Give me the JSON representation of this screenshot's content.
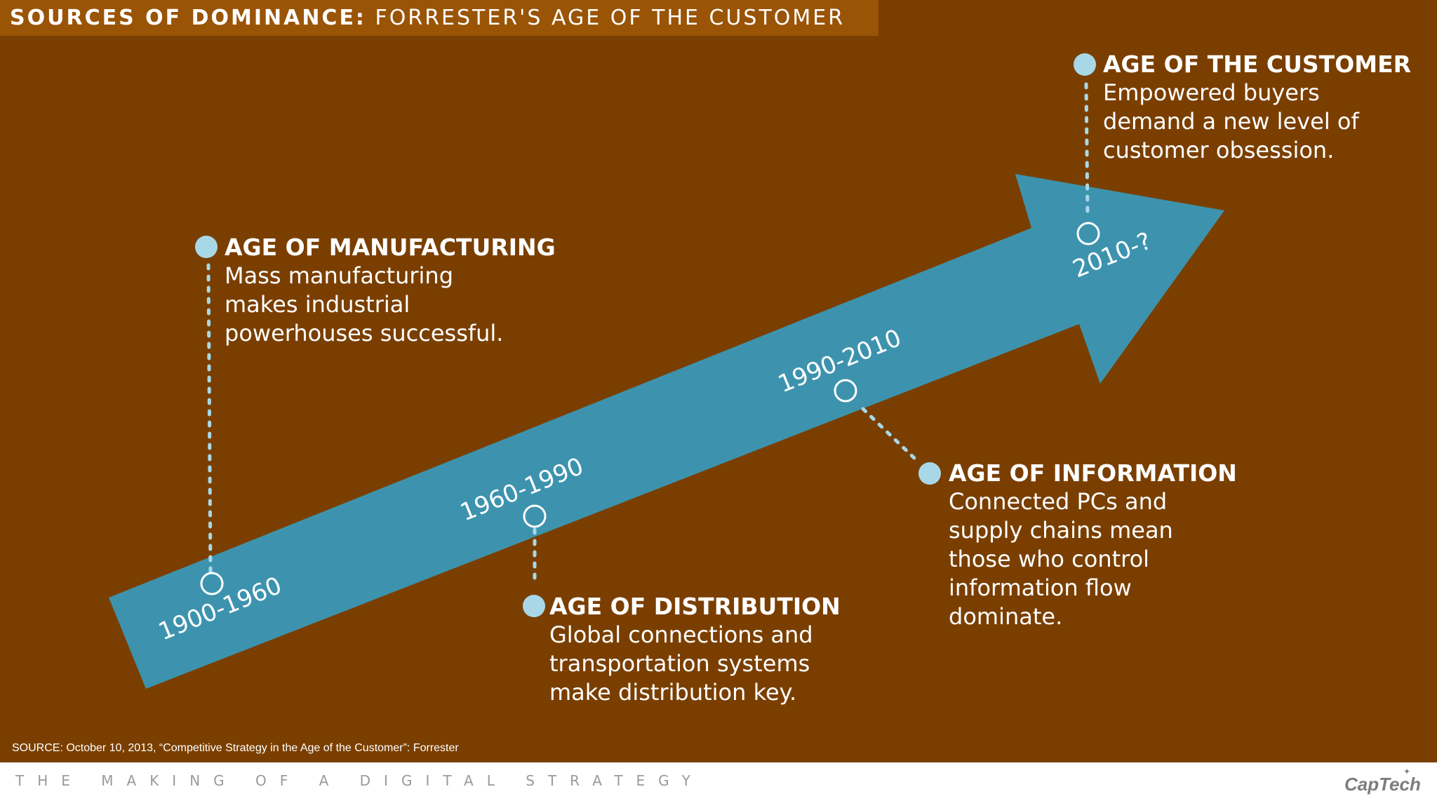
{
  "title": {
    "bold": "SOURCES OF DOMINANCE:",
    "light": "FORRESTER'S AGE OF THE CUSTOMER"
  },
  "timeline": {
    "periods": [
      "1900-1960",
      "1960-1990",
      "1990-2010",
      "2010-?"
    ]
  },
  "eras": [
    {
      "title": "AGE OF MANUFACTURING",
      "description": "Mass manufacturing\nmakes industrial\npowerhouses successful."
    },
    {
      "title": "AGE OF DISTRIBUTION",
      "description": "Global connections and\ntransportation systems\nmake distribution key."
    },
    {
      "title": "AGE OF INFORMATION",
      "description": "Connected PCs and\nsupply chains mean\nthose who control\ninformation flow\ndominate."
    },
    {
      "title": "AGE OF THE CUSTOMER",
      "description": "Empowered buyers\ndemand a new level of\ncustomer obsession."
    }
  ],
  "source": "SOURCE: October 10, 2013, “Competitive Strategy in the Age of the Customer”: Forrester",
  "footer": {
    "tagline": "THE MAKING OF A DIGITAL STRATEGY",
    "logo": "CapTech"
  },
  "colors": {
    "background": "#7a3f00",
    "title_bar": "#9a5406",
    "arrow": "#3d93ae",
    "marker": "#a8d8e8"
  }
}
